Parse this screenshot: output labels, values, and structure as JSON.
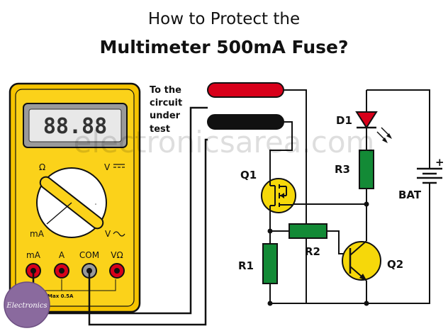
{
  "title": {
    "line1": "How to Protect the",
    "line2": "Multimeter 500mA Fuse?"
  },
  "probe_note": {
    "line1": "To the",
    "line2": "circuit",
    "line3": "under",
    "line4": "test"
  },
  "components": {
    "d1": "D1",
    "r3": "R3",
    "bat": "BAT",
    "bat_plus": "+",
    "q1": "Q1",
    "r1": "R1",
    "r2": "R2",
    "q2": "Q2"
  },
  "multimeter": {
    "display": "88.88",
    "ohm": "Ω",
    "volt_dc": "V",
    "milliamp": "mA",
    "volt_ac": "V",
    "jack_ma": "mA",
    "jack_a": "A",
    "jack_com": "COM",
    "jack_vohm": "VΩ",
    "fuse_note": "Max 0.5A"
  },
  "watermark": "electronicsarea.com",
  "logo": "Electronics"
}
